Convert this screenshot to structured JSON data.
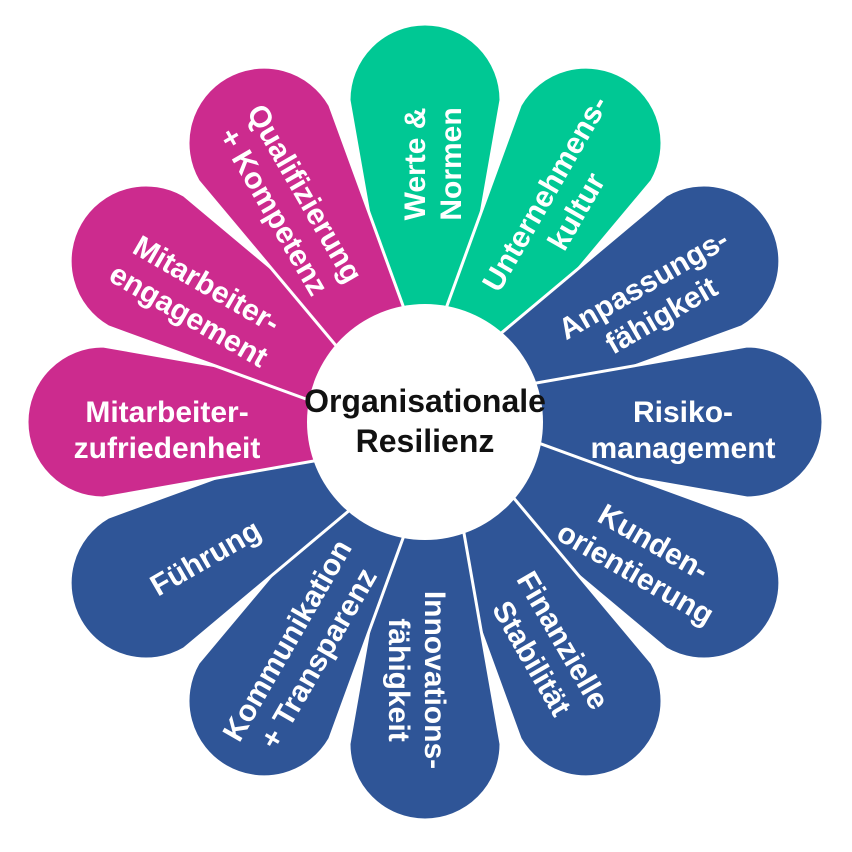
{
  "diagram": {
    "title": "Organisationale Resilienz",
    "center": {
      "line1": "Organisationale",
      "line2": "Resilienz"
    },
    "colors": {
      "green": "#00C894",
      "pink": "#CC2B8E",
      "blue": "#2F5597",
      "background": "#FFFFFF",
      "center_text": "#111111",
      "petal_text": "#FFFFFF",
      "petal_outline": "#FFFFFF"
    },
    "petals": [
      {
        "id": "werte-normen",
        "line1": "Werte &",
        "line2": "Normen",
        "color_key": "green",
        "angle": -90,
        "text_rotation": -90
      },
      {
        "id": "unternehmenskultur",
        "line1": "Unternehmens-",
        "line2": "kultur",
        "color_key": "green",
        "angle": -60,
        "text_rotation": -60
      },
      {
        "id": "anpassungsfaehigkeit",
        "line1": "Anpassungs-",
        "line2": "fähigkeit",
        "color_key": "blue",
        "angle": -30,
        "text_rotation": -30
      },
      {
        "id": "risikomanagement",
        "line1": "Risiko-",
        "line2": "management",
        "color_key": "blue",
        "angle": 0,
        "text_rotation": 0
      },
      {
        "id": "kundenorientierung",
        "line1": "Kunden-",
        "line2": "orientierung",
        "color_key": "blue",
        "angle": 30,
        "text_rotation": 30
      },
      {
        "id": "finanzielle-stabilitaet",
        "line1": "Finanzielle",
        "line2": "Stabilität",
        "color_key": "blue",
        "angle": 60,
        "text_rotation": 60
      },
      {
        "id": "innovationsfaehigkeit",
        "line1": "Innovations-",
        "line2": "fähigkeit",
        "color_key": "blue",
        "angle": 90,
        "text_rotation": 90
      },
      {
        "id": "kommunikation-transparenz",
        "line1": "Kommunikation",
        "line2": "+ Transparenz",
        "color_key": "blue",
        "angle": 120,
        "text_rotation": 120
      },
      {
        "id": "fuehrung",
        "line1": "Führung",
        "line2": "",
        "color_key": "blue",
        "angle": 150,
        "text_rotation": 150
      },
      {
        "id": "mitarbeiterzufriedenheit",
        "line1": "Mitarbeiter-",
        "line2": "zufriedenheit",
        "color_key": "pink",
        "angle": 180,
        "text_rotation": 180
      },
      {
        "id": "mitarbeiterengagement",
        "line1": "Mitarbeiter-",
        "line2": "engagement",
        "color_key": "pink",
        "angle": -150,
        "text_rotation": -150
      },
      {
        "id": "qualifizierung-kompetenz",
        "line1": "Qualifizierung",
        "line2": "+ Kompetenz",
        "color_key": "pink",
        "angle": -120,
        "text_rotation": -120
      }
    ]
  }
}
